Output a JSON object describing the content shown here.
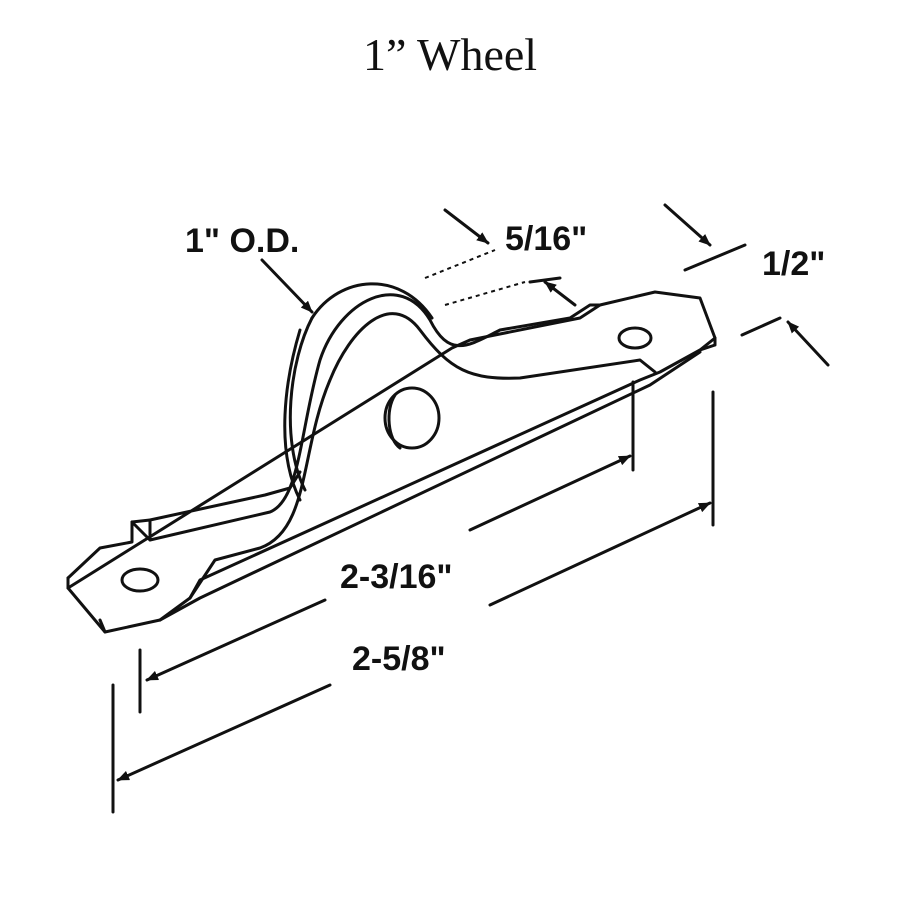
{
  "title": "1” Wheel",
  "dimensions": {
    "outer_diameter": "1\" O.D.",
    "wheel_width": "5/16\"",
    "bracket_width": "1/2\"",
    "hole_spacing": "2-3/16\"",
    "overall_length": "2-5/8\""
  }
}
